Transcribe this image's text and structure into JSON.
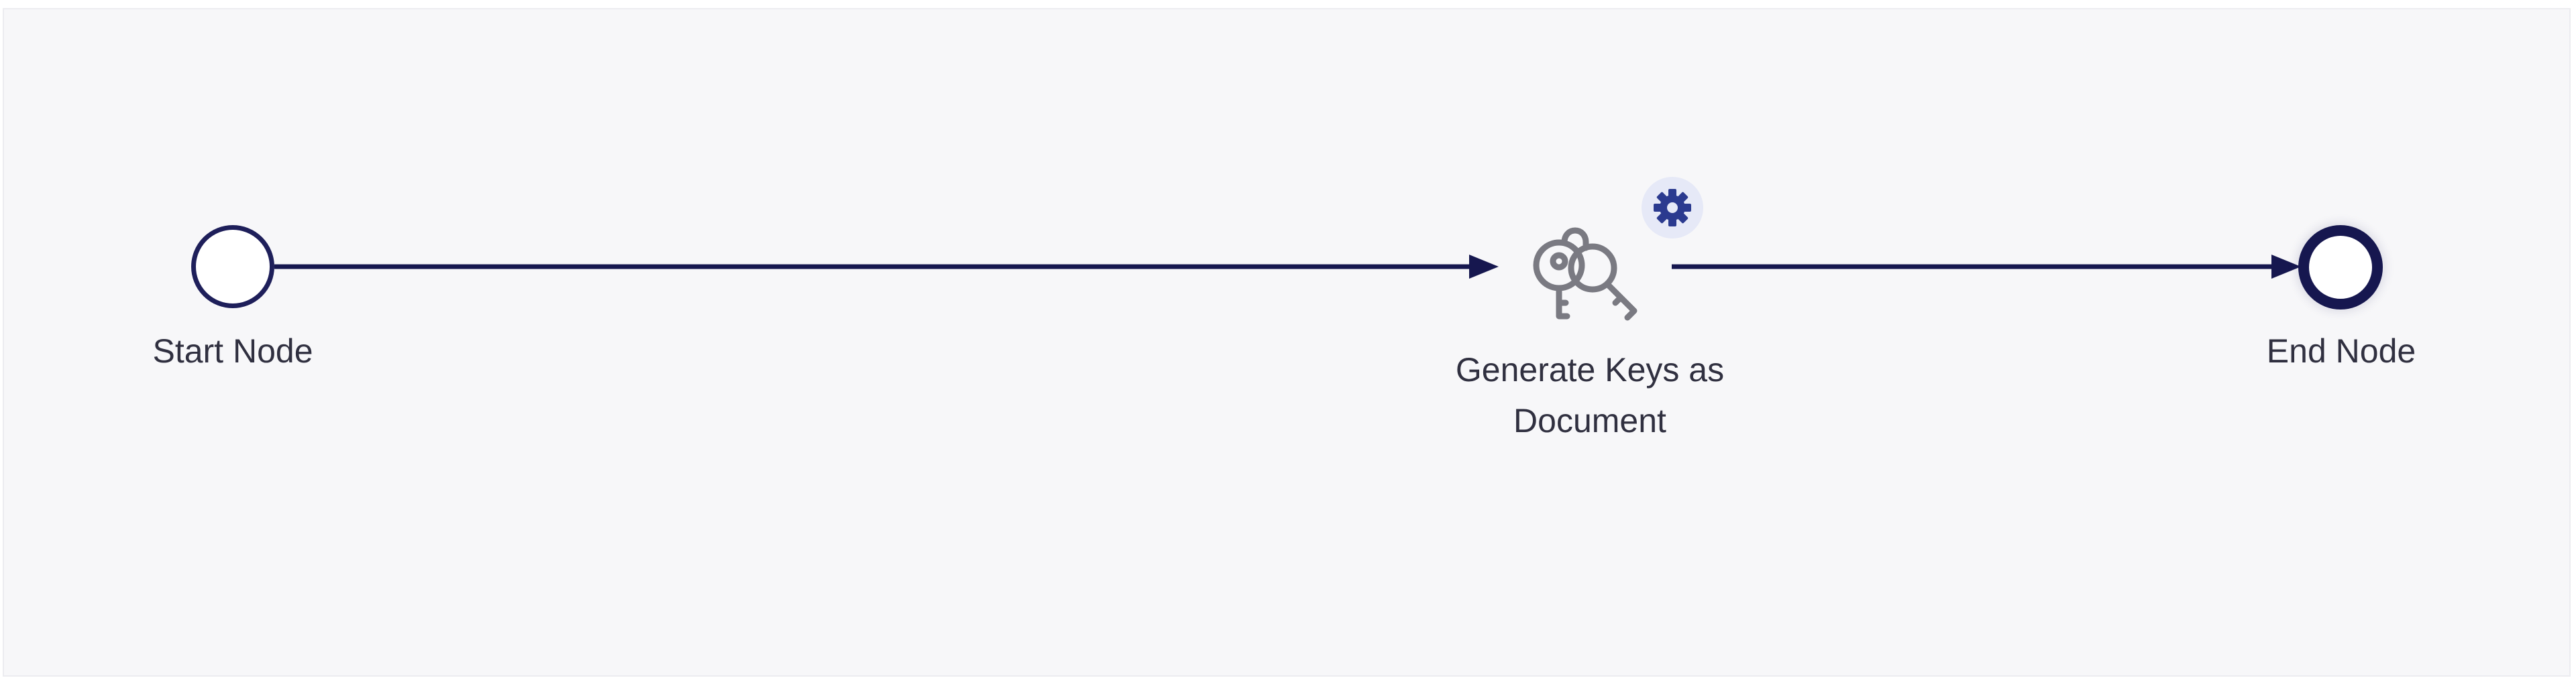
{
  "workflow": {
    "nodes": [
      {
        "id": "start",
        "type": "start",
        "label": "Start Node"
      },
      {
        "id": "task",
        "type": "task",
        "label_line1": "Generate Keys as",
        "label_line2": "Document",
        "icon": "keys-icon",
        "badge_icon": "gear-icon"
      },
      {
        "id": "end",
        "type": "end",
        "label": "End Node"
      }
    ],
    "edges": [
      {
        "from": "start",
        "to": "task"
      },
      {
        "from": "task",
        "to": "end"
      }
    ]
  },
  "colors": {
    "edge": "#16174f",
    "canvas_background": "#f7f7f9",
    "node_icon": "#7a7a82",
    "badge_background": "#e6e9f7",
    "badge_icon": "#2b3a8f"
  }
}
